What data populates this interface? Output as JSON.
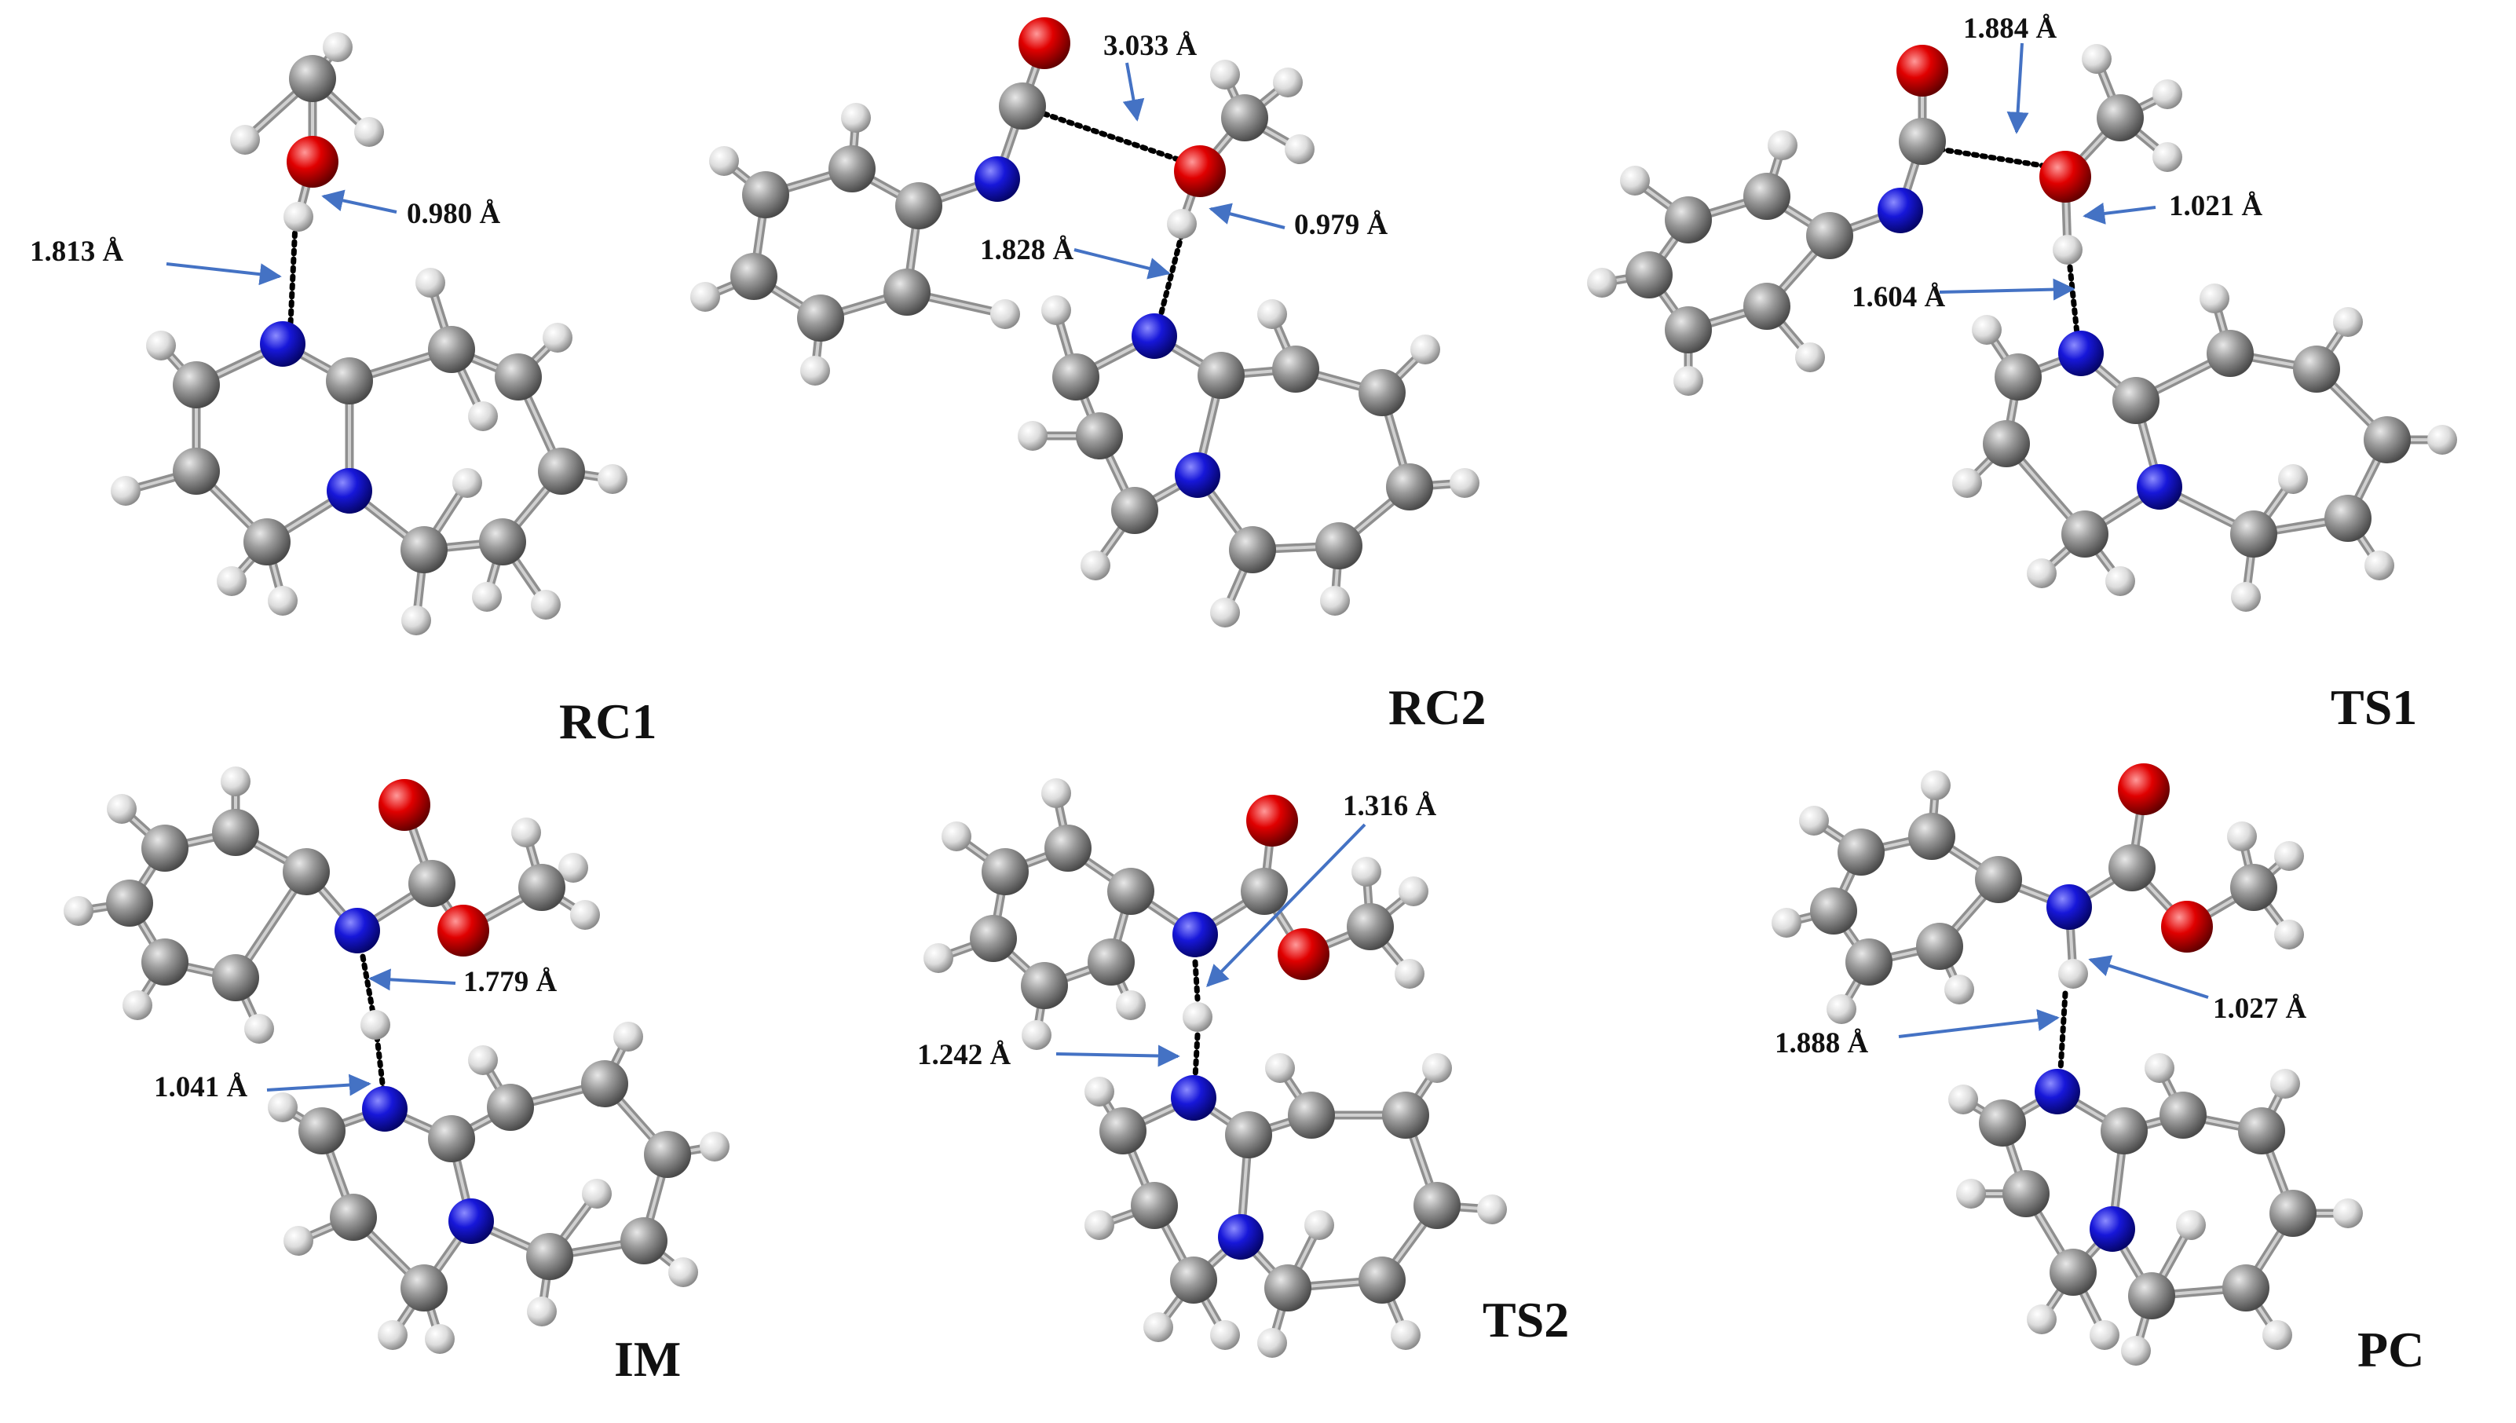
{
  "panels": [
    {
      "id": "rc1",
      "title": "RC1",
      "distances": [
        "0.980 Å",
        "1.813 Å"
      ]
    },
    {
      "id": "rc2",
      "title": "RC2",
      "distances": [
        "3.033 Å",
        "0.979 Å",
        "1.828 Å"
      ]
    },
    {
      "id": "ts1",
      "title": "TS1",
      "distances": [
        "1.884 Å",
        "1.021 Å",
        "1.604 Å"
      ]
    },
    {
      "id": "im",
      "title": "IM",
      "distances": [
        "1.779 Å",
        "1.041 Å"
      ]
    },
    {
      "id": "ts2",
      "title": "TS2",
      "distances": [
        "1.316 Å",
        "1.242 Å"
      ]
    },
    {
      "id": "pc",
      "title": "PC",
      "distances": [
        "1.027 Å",
        "1.888 Å"
      ]
    }
  ],
  "colors": {
    "carbon": "#8c8c8c",
    "hydrogen": "#e6e6e6",
    "nitrogen": "#1a1ad6",
    "oxygen": "#e00000",
    "arrow": "#4472c4",
    "bond": "#9a9a9a"
  }
}
